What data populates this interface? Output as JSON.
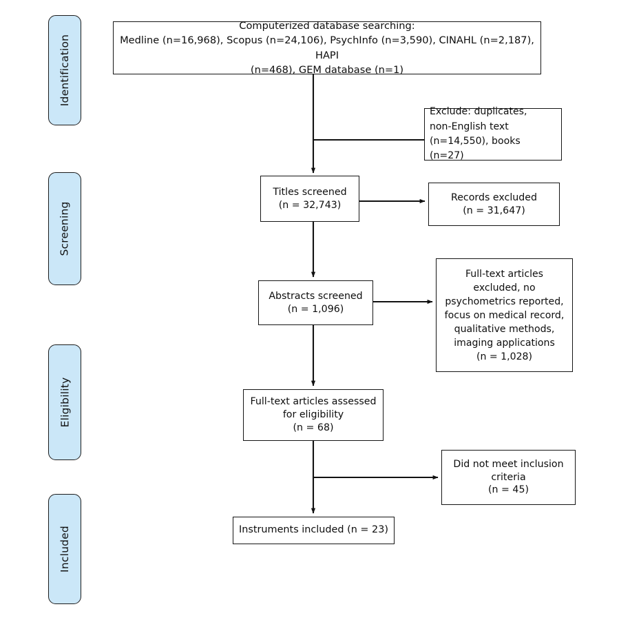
{
  "diagram": {
    "title": "PRISMA study selection flow diagram",
    "stages": [
      {
        "id": "identification",
        "label": "Identification"
      },
      {
        "id": "screening",
        "label": "Screening"
      },
      {
        "id": "eligibility",
        "label": "Eligibility"
      },
      {
        "id": "included",
        "label": "Included"
      }
    ],
    "stage_color": "#cbe7f8",
    "box_border_color": "#141414",
    "nodes": {
      "search": "Computerized database searching:\nMedline (n=16,968), Scopus (n=24,106), PsychInfo (n=3,590), CINAHL (n=2,187), HAPI\n(n=468), GEM database (n=1)",
      "exclude_dupes": "Exclude:  duplicates,\nnon-English text\n(n=14,550), books (n=27)",
      "titles_screened": "Titles screened\n(n = 32,743)",
      "records_excluded": "Records excluded\n(n = 31,647)",
      "abstracts_screened": "Abstracts screened\n(n = 1,096)",
      "fulltext_excluded": "Full-text articles\nexcluded, no\npsychometrics reported,\nfocus on medical record,\nqualitative methods,\nimaging applications\n(n = 1,028)",
      "fulltext_assessed": "Full-text articles assessed\nfor eligibility\n(n = 68)",
      "not_meet_criteria": "Did not meet inclusion\ncriteria\n(n = 45)",
      "instruments_included": "Instruments included (n = 23)"
    }
  }
}
